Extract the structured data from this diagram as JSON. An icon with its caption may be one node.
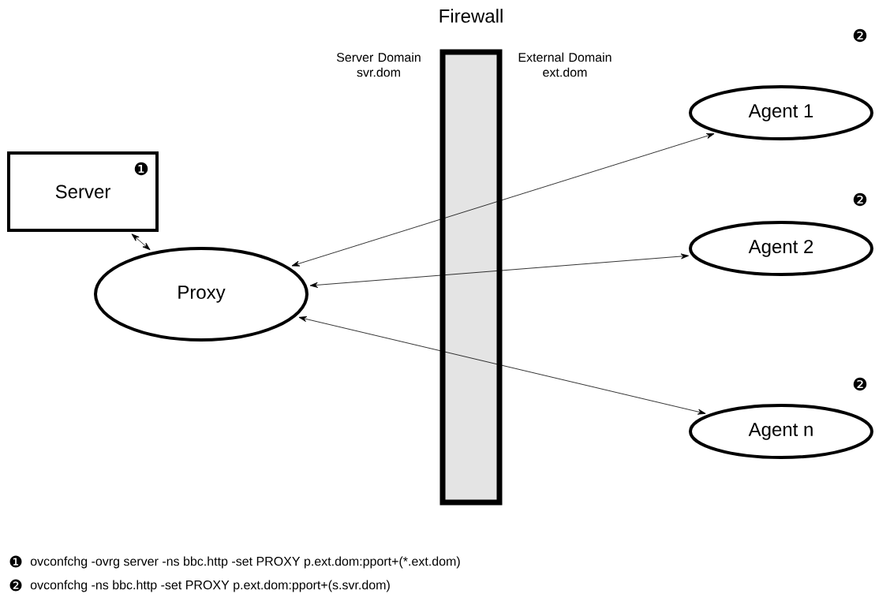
{
  "diagram": {
    "nodes": [
      {
        "text": [
          "Agent 1"
        ],
        "beside": [
          "❷"
        ]
      },
      {
        "text": [
          "Server",
          "❶"
        ]
      },
      {
        "text": [
          "Agent 2"
        ],
        "beside": [
          "❷"
        ]
      },
      {
        "text": [
          "Proxy"
        ]
      },
      {
        "text": [
          "Agent n"
        ],
        "beside": [
          "❷"
        ]
      }
    ],
    "edges": [
      {
        "from": 1,
        "to": 3,
        "arrow": "both"
      },
      {
        "from": 0,
        "to": 3,
        "arrow": "both"
      },
      {
        "from": 2,
        "to": 3,
        "arrow": "both"
      },
      {
        "from": 4,
        "to": 3,
        "arrow": "both"
      }
    ],
    "labels": [
      "Firewall",
      "Server Domain svr.dom",
      "External Domain ext.dom",
      "❶",
      "ovconfchg -ovrg server -ns bbc.http -set PROXY p.ext.dom:pport+(*.ext.dom)",
      "❷",
      "ovconfchg -ns bbc.http -set PROXY p.ext.dom:pport+(s.svr.dom)"
    ]
  }
}
